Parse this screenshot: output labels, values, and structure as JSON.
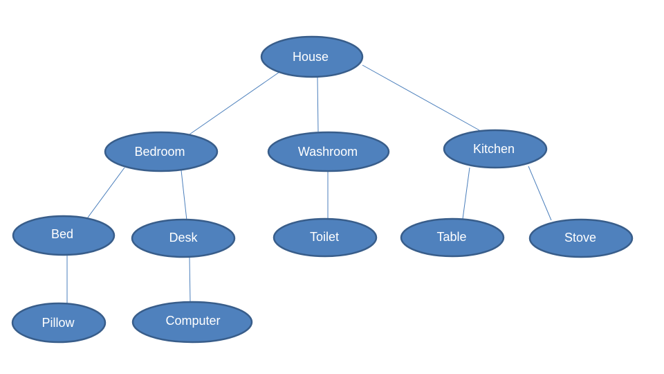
{
  "diagram": {
    "colors": {
      "node_fill": "#4f81bd",
      "node_stroke": "#385d8a",
      "edge": "#4a7ebb",
      "label": "#ffffff"
    },
    "nodes": [
      {
        "id": "house",
        "label": "House"
      },
      {
        "id": "bedroom",
        "label": "Bedroom"
      },
      {
        "id": "washroom",
        "label": "Washroom"
      },
      {
        "id": "kitchen",
        "label": "Kitchen"
      },
      {
        "id": "bed",
        "label": "Bed"
      },
      {
        "id": "desk",
        "label": "Desk"
      },
      {
        "id": "toilet",
        "label": "Toilet"
      },
      {
        "id": "table",
        "label": "Table"
      },
      {
        "id": "stove",
        "label": "Stove"
      },
      {
        "id": "pillow",
        "label": "Pillow"
      },
      {
        "id": "computer",
        "label": "Computer"
      }
    ],
    "edges": [
      {
        "from": "house",
        "to": "bedroom"
      },
      {
        "from": "house",
        "to": "washroom"
      },
      {
        "from": "house",
        "to": "kitchen"
      },
      {
        "from": "bedroom",
        "to": "bed"
      },
      {
        "from": "bedroom",
        "to": "desk"
      },
      {
        "from": "washroom",
        "to": "toilet"
      },
      {
        "from": "kitchen",
        "to": "table"
      },
      {
        "from": "kitchen",
        "to": "stove"
      },
      {
        "from": "bed",
        "to": "pillow"
      },
      {
        "from": "desk",
        "to": "computer"
      }
    ]
  }
}
